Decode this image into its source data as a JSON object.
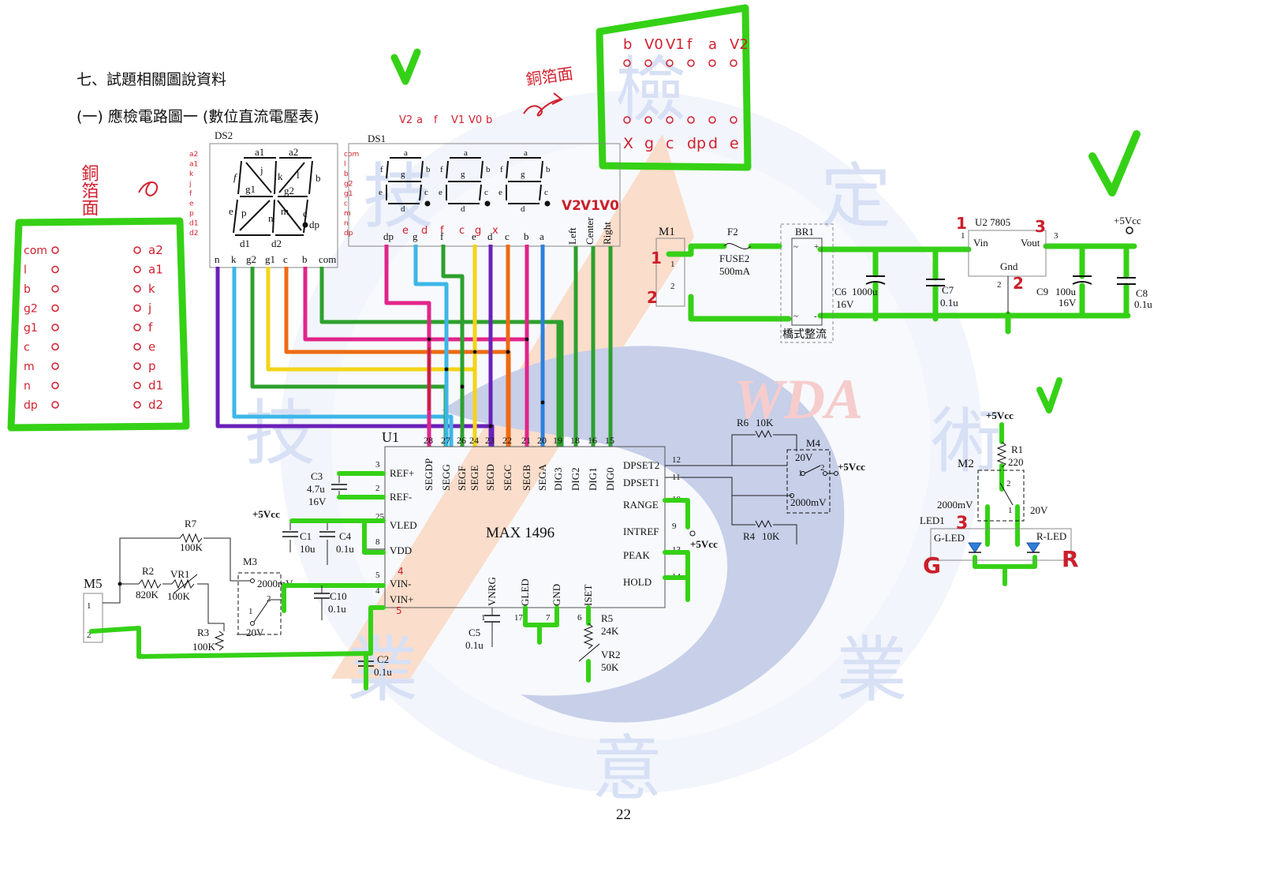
{
  "header": {
    "section": "七、試題相關圖說資料",
    "subtitle": "(一) 應檢電路圖一 (數位直流電壓表)"
  },
  "page_number": "22",
  "watermark": {
    "brand": "WDA",
    "characters": [
      "檢",
      "定",
      "技",
      "術",
      "業",
      "意"
    ]
  },
  "annotations": {
    "copper_side_left": "銅箔面",
    "copper_side_top": "銅箔面",
    "left_box": {
      "left_column": [
        "com",
        "l",
        "b",
        "g2",
        "g1",
        "c",
        "m",
        "n",
        "dp"
      ],
      "right_column": [
        "a2",
        "a1",
        "k",
        "j",
        "f",
        "e",
        "p",
        "d1",
        "d2"
      ]
    },
    "top_box": {
      "top_row": [
        "b",
        "V0",
        "V1",
        "f",
        "a",
        "V2"
      ],
      "bottom_row": [
        "X",
        "g",
        "c",
        "dp",
        "d",
        "e"
      ]
    },
    "ds1_top_labels": [
      "V2",
      "a",
      "f",
      "V1",
      "V0",
      "b"
    ],
    "ds1_bottom_labels": [
      "e",
      "d",
      "f",
      "c",
      "g",
      "x"
    ],
    "digit_labels": [
      "V2",
      "V1",
      "V0"
    ],
    "m1_pins": [
      "1",
      "2"
    ],
    "regulator_pins": [
      "1",
      "3",
      "2"
    ],
    "led_colors": [
      "G",
      "R"
    ],
    "led_pin": "3",
    "u1_vin_marks": [
      "4",
      "5"
    ]
  },
  "components": {
    "ds2": {
      "name": "DS2",
      "segments": [
        "a1",
        "a2",
        "f",
        "j",
        "k",
        "l",
        "b",
        "g1",
        "g2",
        "e",
        "p",
        "n",
        "m",
        "c",
        "d1",
        "d2",
        "dp"
      ],
      "pins": [
        "n",
        "k",
        "g2",
        "g1",
        "c",
        "b",
        "com"
      ],
      "side_pins": [
        "a2",
        "a1",
        "k",
        "j",
        "f",
        "e",
        "p",
        "d1",
        "d2"
      ],
      "side_pins_right": [
        "com",
        "l",
        "b",
        "g2",
        "g1",
        "c",
        "m",
        "n",
        "dp"
      ]
    },
    "ds1": {
      "name": "DS1",
      "segments": [
        "a",
        "f",
        "g",
        "b",
        "e",
        "c",
        "d"
      ],
      "pins": [
        "dp",
        "g",
        "f",
        "e",
        "d",
        "c",
        "b",
        "a"
      ],
      "digit_pins": [
        "Left",
        "Center",
        "Right"
      ]
    },
    "u1": {
      "name": "U1",
      "chip": "MAX 1496",
      "top_pins": [
        {
          "num": "28",
          "name": "SEGDP"
        },
        {
          "num": "27",
          "name": "SEGG"
        },
        {
          "num": "26",
          "name": "SEGF"
        },
        {
          "num": "24",
          "name": "SEGE"
        },
        {
          "num": "23",
          "name": "SEGD"
        },
        {
          "num": "22",
          "name": "SEGC"
        },
        {
          "num": "21",
          "name": "SEGB"
        },
        {
          "num": "20",
          "name": "SEGA"
        },
        {
          "num": "19",
          "name": "DIG3"
        },
        {
          "num": "18",
          "name": "DIG2"
        },
        {
          "num": "16",
          "name": "DIG1"
        },
        {
          "num": "15",
          "name": "DIG0"
        }
      ],
      "left_pins": [
        {
          "num": "3",
          "name": "REF+"
        },
        {
          "num": "2",
          "name": "REF-"
        },
        {
          "num": "25",
          "name": "VLED"
        },
        {
          "num": "8",
          "name": "VDD"
        },
        {
          "num": "5",
          "name": "VIN-"
        },
        {
          "num": "4",
          "name": "VIN+"
        }
      ],
      "right_pins": [
        {
          "num": "12",
          "name": "DPSET2"
        },
        {
          "num": "11",
          "name": "DPSET1"
        },
        {
          "num": "10",
          "name": "RANGE"
        },
        {
          "num": "9",
          "name": "INTREF"
        },
        {
          "num": "13",
          "name": "PEAK"
        },
        {
          "num": "14",
          "name": "HOLD"
        }
      ],
      "bottom_pins": [
        {
          "num": "1",
          "name": "VNRG"
        },
        {
          "num": "17",
          "name": "GLED"
        },
        {
          "num": "7",
          "name": "GND"
        },
        {
          "num": "6",
          "name": "ISET"
        }
      ]
    },
    "power": {
      "m1": "M1",
      "m1_pins": [
        "1",
        "2"
      ],
      "fuse": {
        "name": "F2",
        "part": "FUSE2",
        "value": "500mA"
      },
      "bridge": {
        "name": "BR1",
        "label": "橋式整流",
        "pins": [
          "~",
          "+",
          "~",
          "-"
        ]
      },
      "c6": {
        "name": "C6",
        "value": "1000u",
        "voltage": "16V"
      },
      "c7": {
        "name": "C7",
        "value": "0.1u"
      },
      "regulator": {
        "name": "U2 7805",
        "vin": "Vin",
        "vout": "Vout",
        "gnd": "Gnd",
        "pins": [
          "1",
          "3",
          "2"
        ]
      },
      "c9": {
        "name": "C9",
        "value": "100u",
        "voltage": "16V"
      },
      "c8": {
        "name": "C8",
        "value": "0.1u"
      },
      "vcc": "+5Vcc"
    },
    "m4": {
      "name": "M4",
      "r6": {
        "name": "R6",
        "value": "10K"
      },
      "r4": {
        "name": "R4",
        "value": "10K"
      },
      "range_high": "20V",
      "range_low": "2000mV",
      "pins": [
        "1",
        "2"
      ],
      "vcc": "+5Vcc"
    },
    "m2": {
      "name": "M2",
      "vcc": "+5Vcc",
      "r1": {
        "name": "R1",
        "value": "220"
      },
      "pins": [
        "1",
        "2"
      ],
      "range_low": "2000mV",
      "range_high": "20V",
      "led1": "LED1",
      "g_led": "G-LED",
      "r_led": "R-LED"
    },
    "ref_section": {
      "c3": {
        "name": "C3",
        "value": "4.7u",
        "voltage": "16V"
      },
      "c1": {
        "name": "C1",
        "value": "10u"
      },
      "c4": {
        "name": "C4",
        "value": "0.1u"
      },
      "vcc": "+5Vcc",
      "intref_vcc": "+5Vcc"
    },
    "input_section": {
      "m5": "M5",
      "m5_pins": [
        "1",
        "2"
      ],
      "r7": {
        "name": "R7",
        "value": "100K"
      },
      "r2": {
        "name": "R2",
        "value": "820K"
      },
      "vr1": {
        "name": "VR1",
        "value": "100K"
      },
      "r3": {
        "name": "R3",
        "value": "100K"
      },
      "m3": {
        "name": "M3",
        "range_low": "2000mV",
        "range_high": "20V",
        "pins": [
          "1",
          "2"
        ]
      },
      "c10": {
        "name": "C10",
        "value": "0.1u"
      },
      "c2": {
        "name": "C2",
        "value": "0.1u"
      }
    },
    "bottom_section": {
      "c5": {
        "name": "C5",
        "value": "0.1u"
      },
      "r5": {
        "name": "R5",
        "value": "24K"
      },
      "vr2": {
        "name": "VR2",
        "value": "50K"
      }
    }
  },
  "colors": {
    "highlight": "#35d116",
    "annotation_red": "#d21f2e",
    "wire_cyan": "#3db6e8",
    "wire_blue": "#2f7fd9",
    "wire_green": "#2da02d",
    "wire_yellow": "#f3d417",
    "wire_orange": "#ee6a12",
    "wire_magenta": "#e0258a",
    "wire_purple": "#6a21b8",
    "wire_red": "#c0212e",
    "wire_black": "#222222",
    "watermark_blue": "#3b64c8",
    "watermark_orange": "#f0a070"
  }
}
